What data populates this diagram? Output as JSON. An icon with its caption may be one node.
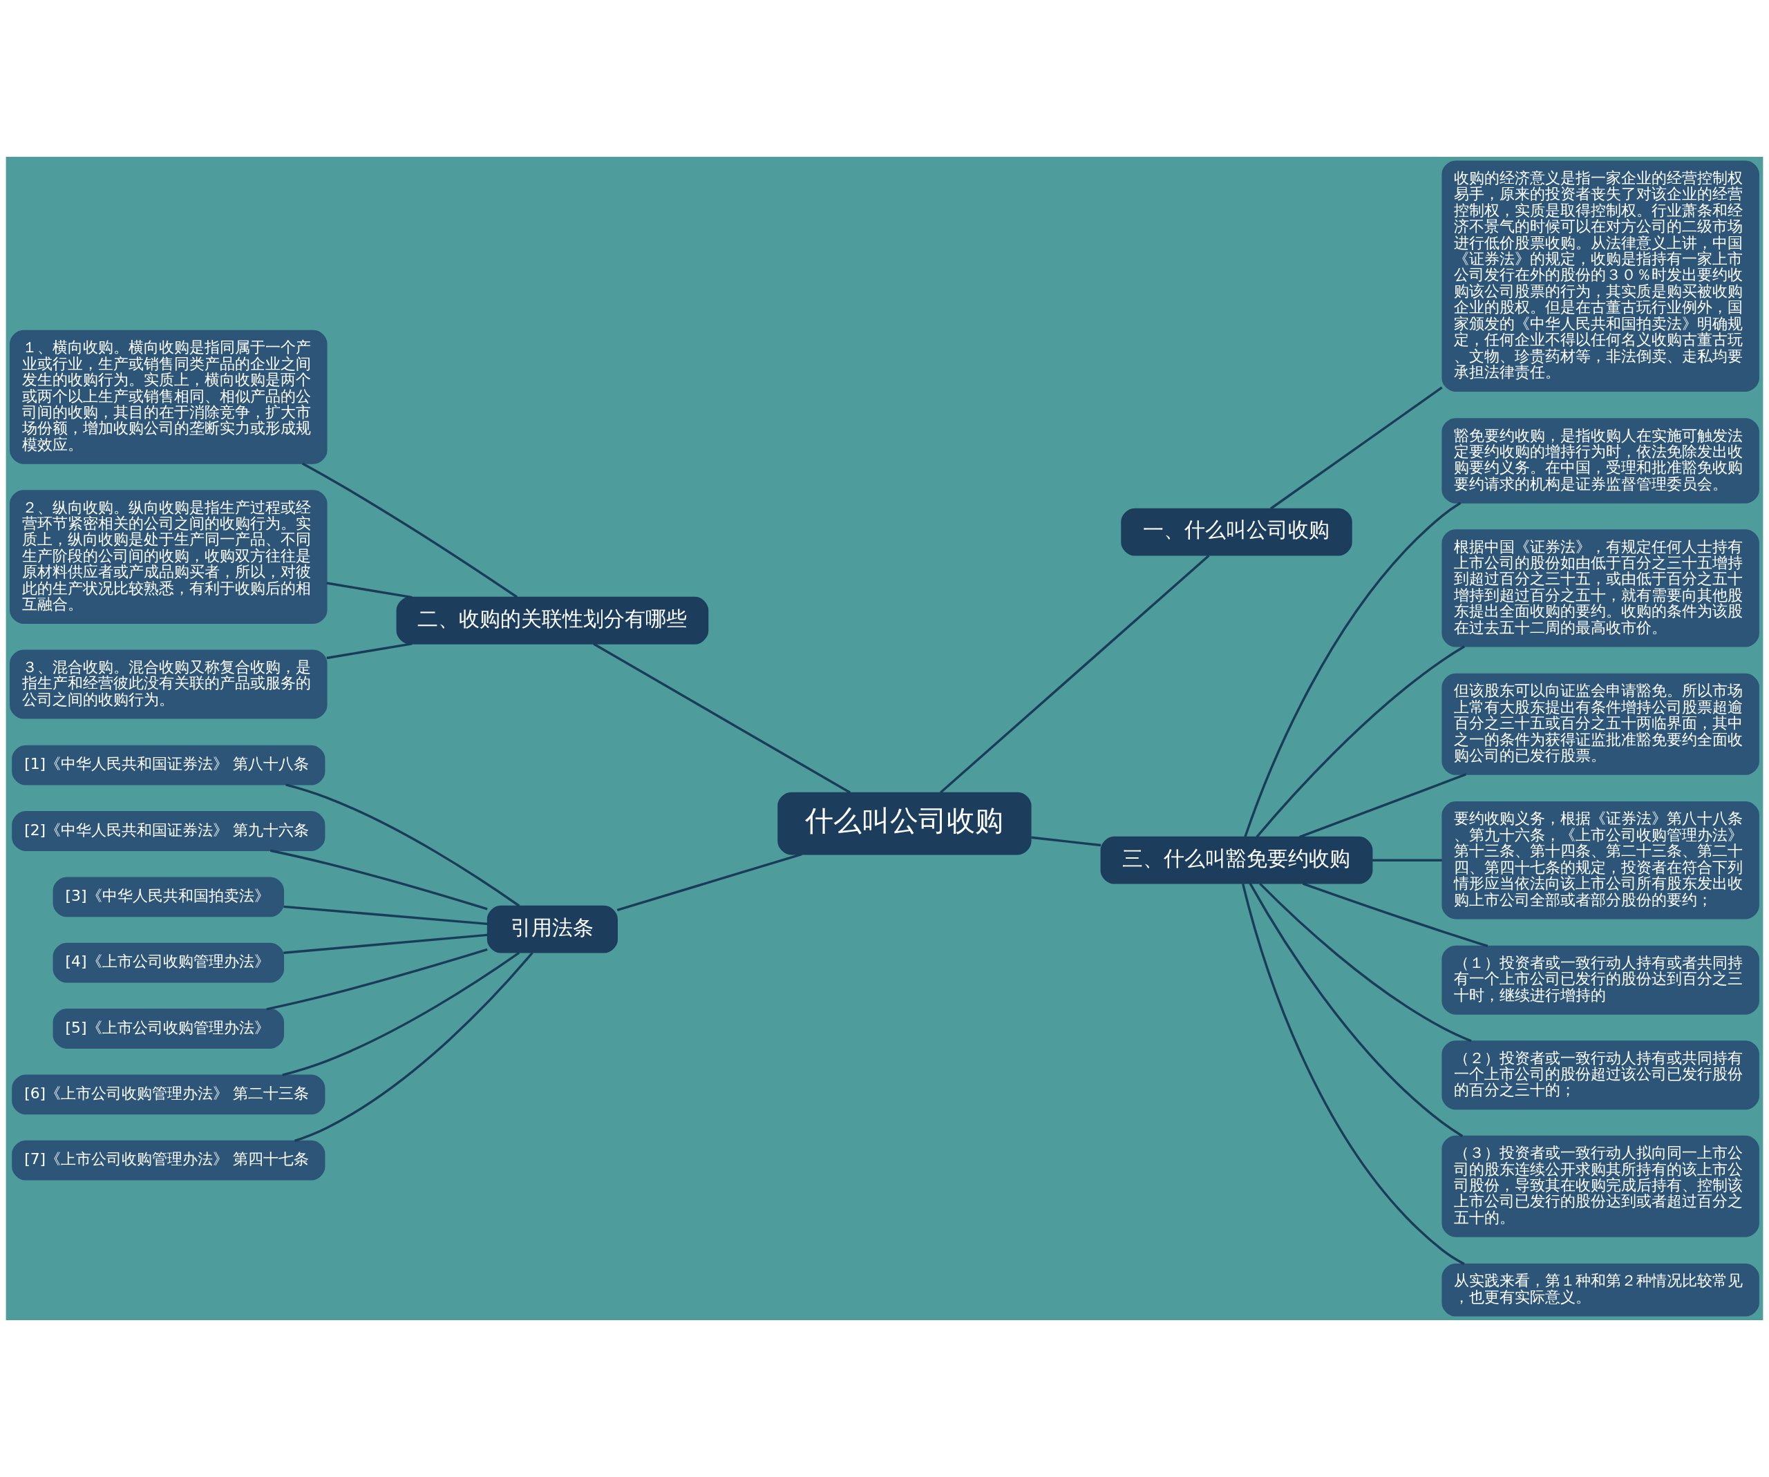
{
  "diagram": {
    "nodes": [
      {
        "text": [
          "什么叫公司收购"
        ]
      },
      {
        "text": [
          "一、什么叫公司收购"
        ]
      },
      {
        "text": [
          "收购的经济意义是指一家企业的经营控制权易手，原来的投资者丧失了对该企业的经营控制权，实质是取得控制权。行业萧条和经济不景气的时候可以在对方公司的二级市场进行低价股票收购。从法律意义上讲，中国《证券法》的规定，收购是指持有一家上市公司发行在外的股份的３０％时发出要约收购该公司股票的行为，其实质是购买被收购企业的股权。但是在古董古玩行业例外，国家颁发的《中华人民共和国拍卖法》明确规定，任何企业不得以任何名义收购古董古玩、文物、珍贵药材等，非法倒卖、走私均要承担法律责任。"
        ]
      },
      {
        "text": [
          "二、收购的关联性划分有哪些"
        ]
      },
      {
        "text": [
          "１、横向收购。横向收购是指同属于一个产业或行业，生产或销售同类产品的企业之间发生的收购行为。实质上，横向收购是两个或两个以上生产或销售相同、相似产品的公司间的收购，其目的在于消除竞争，扩大市场份额，增加收购公司的垄断实力或形成规模效应。"
        ]
      },
      {
        "text": [
          "２、纵向收购。纵向收购是指生产过程或经营环节紧密相关的公司之间的收购行为。实质上，纵向收购是处于生产同一产品、不同生产阶段的公司间的收购，收购双方往往是原材料供应者或产成品购买者，所以，对彼此的生产状况比较熟悉，有利于收购后的相互融合。"
        ]
      },
      {
        "text": [
          "３、混合收购。混合收购又称复合收购，是指生产和经营彼此没有关联的产品或服务的公司之间的收购行为。"
        ]
      },
      {
        "text": [
          "引用法条"
        ]
      },
      {
        "text": [
          "[1]《中华人民共和国证券法》 第八十八条"
        ]
      },
      {
        "text": [
          "[2]《中华人民共和国证券法》 第九十六条"
        ]
      },
      {
        "text": [
          "[3]《中华人民共和国拍卖法》"
        ]
      },
      {
        "text": [
          "[4]《上市公司收购管理办法》"
        ]
      },
      {
        "text": [
          "[5]《上市公司收购管理办法》"
        ]
      },
      {
        "text": [
          "[6]《上市公司收购管理办法》 第二十三条"
        ]
      },
      {
        "text": [
          "[7]《上市公司收购管理办法》 第四十七条"
        ]
      },
      {
        "text": [
          "三、什么叫豁免要约收购"
        ]
      },
      {
        "text": [
          "豁免要约收购，是指收购人在实施可触发法定要约收购的增持行为时，依法免除发出收购要约义务。在中国，受理和批准豁免收购要约请求的机构是证券监督管理委员会。"
        ]
      },
      {
        "text": [
          "根据中国《证券法》，有规定任何人士持有上市公司的股份如由低于百分之三十五增持到超过百分之三十五，或由低于百分之五十增持到超过百分之五十，就有需要向其他股东提出全面收购的要约。收购的条件为该股在过去五十二周的最高收市价。"
        ]
      },
      {
        "text": [
          "但该股东可以向证监会申请豁免。所以市场上常有大股东提出有条件增持公司股票超逾百分之三十五或百分之五十两临界面，其中之一的条件为获得证监批准豁免要约全面收购公司的已发行股票。"
        ]
      },
      {
        "text": [
          "要约收购义务，根据《证券法》第八十八条、第九十六条，《上市公司收购管理办法》第十三条、第十四条、第二十三条、第二十四、第四十七条的规定，投资者在符合下列情形应当依法向该上市公司所有股东发出收购上市公司全部或者部分股份的要约；"
        ]
      },
      {
        "text": [
          "（１）投资者或一致行动人持有或者共同持有一个上市公司已发行的股份达到百分之三十时，继续进行增持的"
        ]
      },
      {
        "text": [
          "（２）投资者或一致行动人持有或共同持有一个上市公司的股份超过该公司已发行股份的百分之三十的；"
        ]
      },
      {
        "text": [
          "（３）投资者或一致行动人拟向同一上市公司的股东连续公开求购其所持有的该上市公司股份，导致其在收购完成后持有、控制该上市公司已发行的股份达到或者超过百分之五十的。"
        ]
      },
      {
        "text": [
          "从实践来看，第１种和第２种情况比较常见，也更有实际意义。"
        ]
      }
    ],
    "edges": [
      {
        "from": 0,
        "to": 1,
        "arrow": "none"
      },
      {
        "from": 1,
        "to": 2,
        "arrow": "none"
      },
      {
        "from": 0,
        "to": 3,
        "arrow": "none"
      },
      {
        "from": 3,
        "to": 4,
        "arrow": "none"
      },
      {
        "from": 3,
        "to": 5,
        "arrow": "none"
      },
      {
        "from": 3,
        "to": 6,
        "arrow": "none"
      },
      {
        "from": 0,
        "to": 7,
        "arrow": "none"
      },
      {
        "from": 7,
        "to": 8,
        "arrow": "none"
      },
      {
        "from": 7,
        "to": 9,
        "arrow": "none"
      },
      {
        "from": 7,
        "to": 10,
        "arrow": "none"
      },
      {
        "from": 7,
        "to": 11,
        "arrow": "none"
      },
      {
        "from": 7,
        "to": 12,
        "arrow": "none"
      },
      {
        "from": 7,
        "to": 13,
        "arrow": "none"
      },
      {
        "from": 7,
        "to": 14,
        "arrow": "none"
      },
      {
        "from": 0,
        "to": 15,
        "arrow": "none"
      },
      {
        "from": 15,
        "to": 16,
        "arrow": "none"
      },
      {
        "from": 15,
        "to": 17,
        "arrow": "none"
      },
      {
        "from": 15,
        "to": 18,
        "arrow": "none"
      },
      {
        "from": 15,
        "to": 19,
        "arrow": "none"
      },
      {
        "from": 15,
        "to": 20,
        "arrow": "none"
      },
      {
        "from": 15,
        "to": 21,
        "arrow": "none"
      },
      {
        "from": 15,
        "to": 22,
        "arrow": "none"
      },
      {
        "from": 15,
        "to": 23,
        "arrow": "none"
      }
    ]
  }
}
